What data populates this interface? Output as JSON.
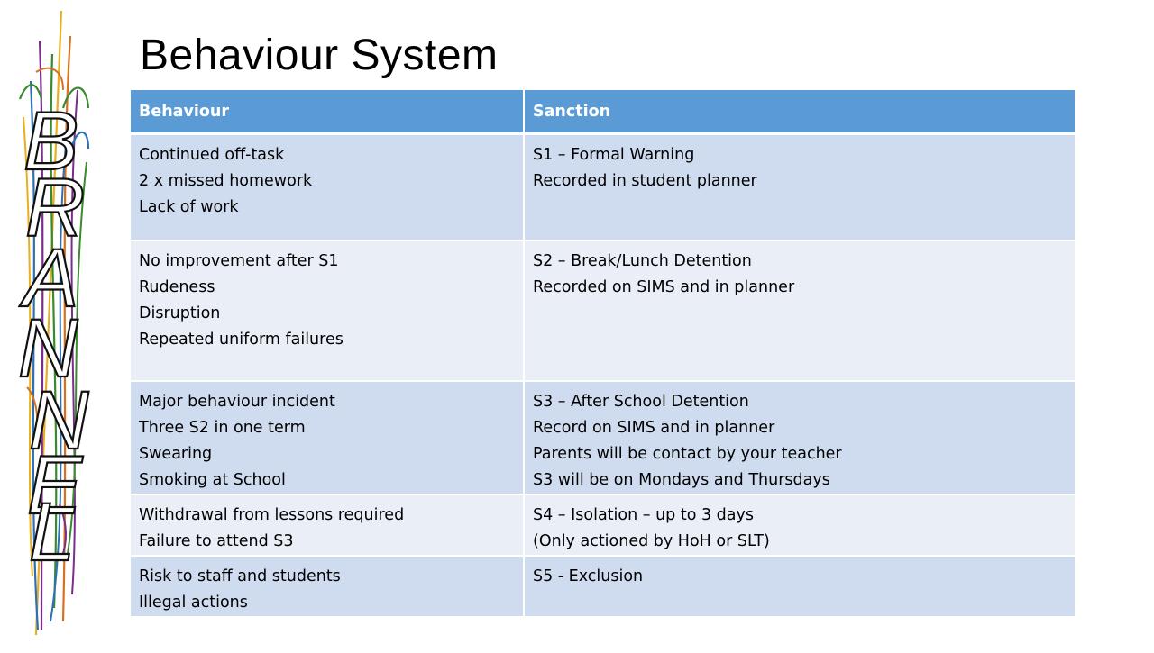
{
  "slide": {
    "title": "Behaviour System",
    "logo_text": "BRANNEL"
  },
  "table": {
    "headers": [
      "Behaviour",
      "Sanction"
    ],
    "rows": [
      {
        "behaviour": [
          "Continued off-task",
          "2 x missed homework",
          "Lack of work"
        ],
        "sanction": [
          "S1 – Formal Warning",
          "Recorded in student planner"
        ]
      },
      {
        "behaviour": [
          "No improvement after S1",
          "Rudeness",
          "Disruption",
          "Repeated uniform failures"
        ],
        "sanction": [
          "S2 – Break/Lunch Detention",
          "Recorded on SIMS and in planner"
        ]
      },
      {
        "behaviour": [
          "Major behaviour incident",
          "Three S2 in one term",
          "Swearing",
          "Smoking at School"
        ],
        "sanction": [
          "S3 – After School Detention",
          "Record on SIMS and in planner",
          "Parents will be contact by your teacher",
          "S3 will be on Mondays and Thursdays"
        ]
      },
      {
        "behaviour": [
          "Withdrawal from lessons required",
          "Failure to attend S3"
        ],
        "sanction": [
          "S4 – Isolation – up to 3 days",
          "(Only actioned by HoH or SLT)"
        ]
      },
      {
        "behaviour": [
          "Risk to staff and students",
          "Illegal actions"
        ],
        "sanction": [
          "S5 - Exclusion"
        ]
      }
    ]
  },
  "colors": {
    "header_bg": "#5b9bd5",
    "row_dark": "#cfdcef",
    "row_light": "#e9eef7",
    "logo_lines": [
      "#e8b020",
      "#7a2d8c",
      "#3a8a2e",
      "#2f6fb5",
      "#d87020"
    ]
  }
}
